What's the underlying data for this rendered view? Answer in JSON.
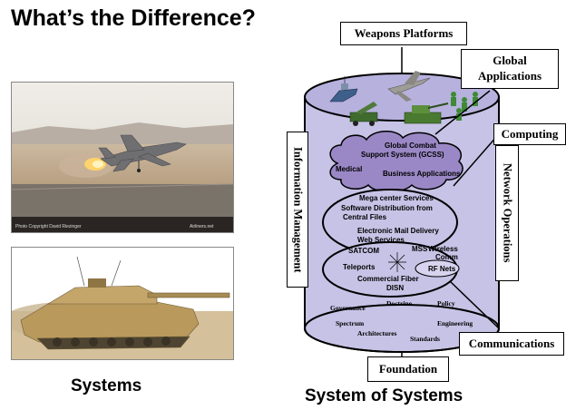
{
  "title": "What’s the Difference?",
  "photos": {
    "jet_credit_left": "Photo Copyright David Riezinger",
    "jet_credit_right": "Airliners.net"
  },
  "captions": {
    "left": "Systems",
    "right": "System of Systems"
  },
  "callouts": {
    "weapons_platforms": "Weapons Platforms",
    "global_applications": "Global Applications",
    "computing": "Computing",
    "network_operations": "Network Operations",
    "information_management": "Information Management",
    "communications": "Communications",
    "foundation": "Foundation"
  },
  "layers": {
    "applications": {
      "global_combat": "Global Combat",
      "support_system": "Support System (GCSS)",
      "medical": "Medical",
      "business": "Business Applications"
    },
    "computing": {
      "mega_center": "Mega center Services",
      "software_dist": "Software Distribution from",
      "central_files": "Central Files",
      "email": "Electronic Mail Delivery",
      "web": "Web Services"
    },
    "communications": {
      "satcom": "SATCOM",
      "mss": "MSS",
      "wireless": "Wireless",
      "comm": "Comm",
      "teleports": "Teleports",
      "rf_nets": "RF Nets",
      "commercial_fiber": "Commercial Fiber",
      "disn": "DISN"
    },
    "foundation": {
      "governance": "Governance",
      "doctrine": "Doctrine",
      "policy": "Policy",
      "spectrum": "Spectrum",
      "engineering": "Engineering",
      "architectures": "Architectures",
      "standards": "Standards"
    }
  },
  "colors": {
    "cylinder_fill": "#c7c3e6",
    "cylinder_top": "#b7b1de",
    "desert_sky": "#e7e3dc",
    "tank_tan": "#b99a5c",
    "cloud_purple": "#9a88c6"
  }
}
